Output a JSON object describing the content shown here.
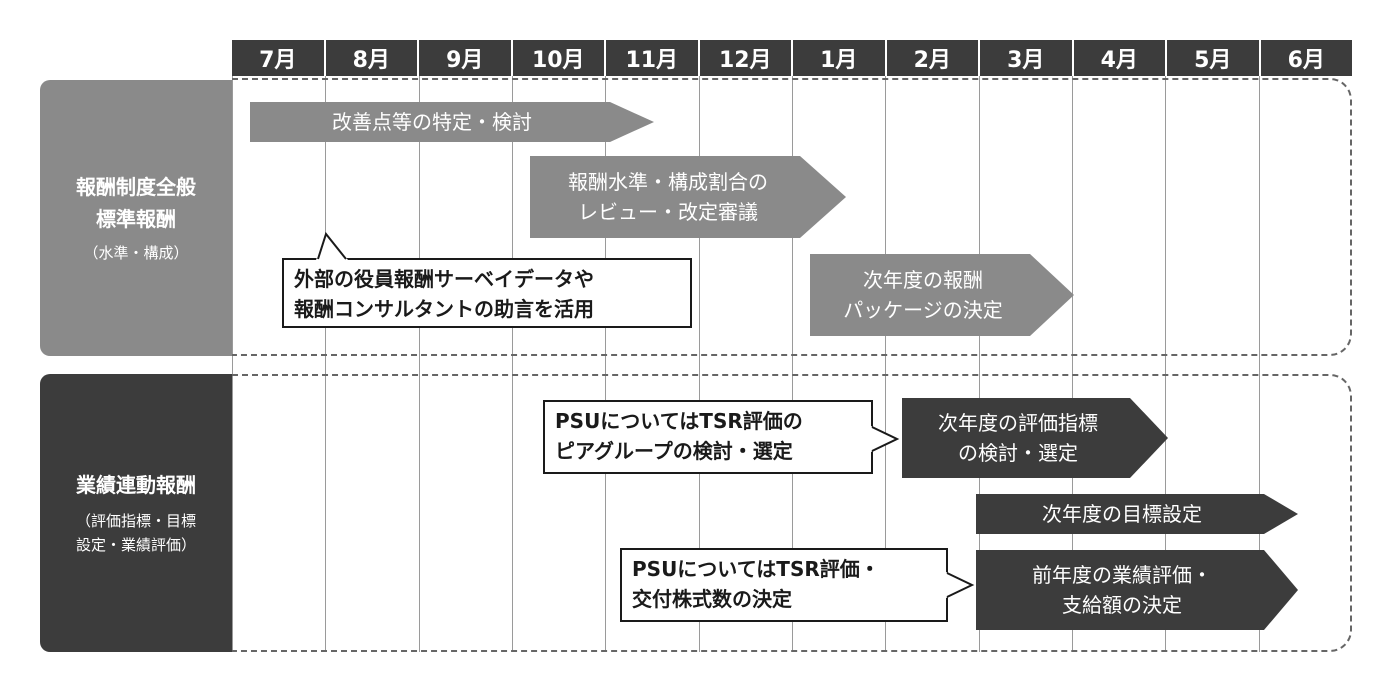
{
  "months": [
    "7月",
    "8月",
    "9月",
    "10月",
    "11月",
    "12月",
    "1月",
    "2月",
    "3月",
    "4月",
    "5月",
    "6月"
  ],
  "rows": {
    "general": {
      "title_line1": "報酬制度全般",
      "title_line2": "標準報酬",
      "subtitle": "（水準・構成）"
    },
    "performance": {
      "title": "業績連動報酬",
      "subtitle_line1": "（評価指標・目標",
      "subtitle_line2": "設定・業績評価）"
    }
  },
  "steps": {
    "improve": "改善点等の特定・検討",
    "review_line1": "報酬水準・構成割合の",
    "review_line2": "レビュー・改定審議",
    "package_line1": "次年度の報酬",
    "package_line2": "パッケージの決定",
    "eval_index_line1": "次年度の評価指標",
    "eval_index_line2": "の検討・選定",
    "target": "次年度の目標設定",
    "prev_eval_line1": "前年度の業績評価・",
    "prev_eval_line2": "支給額の決定"
  },
  "notes": {
    "survey_line1": "外部の役員報酬サーベイデータや",
    "survey_line2": "報酬コンサルタントの助言を活用",
    "peer_line1": "PSUについてはTSR評価の",
    "peer_line2": "ピアグループの検討・選定",
    "tsr_line1": "PSUについてはTSR評価・",
    "tsr_line2": "交付株式数の決定"
  },
  "colors": {
    "dark": "#3c3c3c",
    "light": "#8a8a8a",
    "grid": "#9a9a9a"
  }
}
